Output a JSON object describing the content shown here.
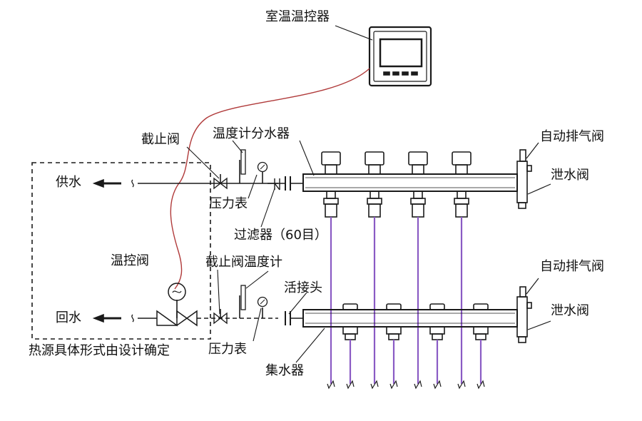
{
  "labels": {
    "room_thermostat": "室温温控器",
    "stop_valve_top": "截止阀",
    "thermometer_supply_manifold": "温度计分水器",
    "auto_vent_top": "自动排气阀",
    "drain_valve_top": "泄水阀",
    "supply_water": "供水",
    "pressure_gauge_top": "压力表",
    "filter": "过滤器（60目）",
    "temp_control_valve": "温控阀",
    "stop_valve_thermometer_bottom": "截止阀温度计",
    "union": "活接头",
    "auto_vent_bottom": "自动排气阀",
    "drain_valve_bottom": "泄水阀",
    "return_water": "回水",
    "heat_source_note": "热源具体形式由设计确定",
    "pressure_gauge_bottom": "压力表",
    "return_manifold": "集水器"
  },
  "colors": {
    "line": "#1a1a1a",
    "control_wire": "#b03a3a",
    "loop_pipe": "#8a5bc4"
  }
}
